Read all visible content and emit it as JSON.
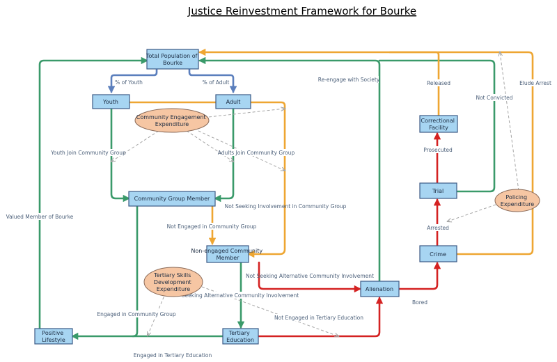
{
  "title": "Justice Reinvestment Framework for Bourke",
  "colors": {
    "green": "#3a9a6a",
    "orange": "#eea632",
    "red": "#d42222",
    "blue": "#5b7fbd",
    "dash": "#a5a5a5",
    "node_fill": "#a7d5f2",
    "expenditure_fill": "#f6c6a3"
  },
  "nodes": {
    "total_population": [
      "Total Population of",
      "Bourke"
    ],
    "youth": [
      "Youth"
    ],
    "adult": [
      "Adult"
    ],
    "community_group_member": [
      "Community Group Member"
    ],
    "non_engaged": [
      "Non-engaged Community",
      "Member"
    ],
    "positive_lifestyle": [
      "Positive",
      "Lifestyle"
    ],
    "tertiary_education": [
      "Tertiary",
      "Education"
    ],
    "alienation": [
      "Alienation"
    ],
    "crime": [
      "Crime"
    ],
    "trial": [
      "Trial"
    ],
    "correctional_facility": [
      "Correctional",
      "Facility"
    ]
  },
  "expenditures": {
    "community_engagement": [
      "Community Engagement",
      "Expenditure"
    ],
    "tertiary_skills": [
      "Tertiary Skills",
      "Development",
      "Expenditure"
    ],
    "policing": [
      "Policing",
      "Expenditure"
    ]
  },
  "edge_labels": {
    "pct_youth": "% of Youth",
    "pct_adult": "% of Adult",
    "reengage": "Re-engage with Society",
    "released": "Released",
    "not_convicted": "Not Convicted",
    "elude_arrest": "Elude Arrest",
    "youth_join": "Youth Join Community Group",
    "adults_join": "Adults Join Community Group",
    "prosecuted": "Prosecuted",
    "valued_member": "Valued Member of Bourke",
    "not_seeking_involvement": "Not Seeking Involvement in Community Group",
    "not_engaged_cg": "Not Engaged in Community Group",
    "arrested": "Arrested",
    "not_seeking_alt": "Not Seeking Alternative Community Involvement",
    "seeking_alt": "Seeking Alternative Community Involvement",
    "bored": "Bored",
    "engaged_cg": "Engaged in Community Group",
    "not_engaged_tertiary": "Not Engaged in Tertiary Education",
    "engaged_tertiary": "Engaged in Tertiary Education"
  }
}
